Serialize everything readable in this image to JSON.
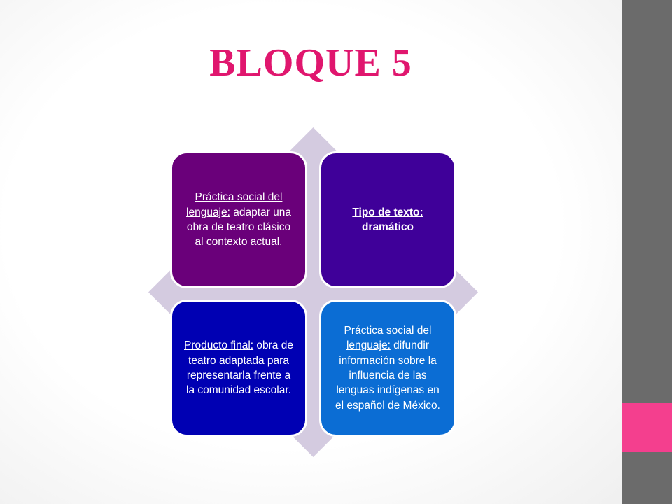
{
  "slide": {
    "title": "BLOQUE 5",
    "title_color": "#e0166e"
  },
  "colors": {
    "sidebar": "#6b6b6b",
    "sidebar_accent": "#f43f8e",
    "diamond": "#d4cbe0"
  },
  "boxes": {
    "top_left": {
      "label": "Práctica social del lenguaje:",
      "text": " adaptar una obra de teatro clásico al contexto actual.",
      "color": "#6a007a"
    },
    "top_right": {
      "label": "Tipo de texto:",
      "text": " dramático",
      "color": "#3f0099"
    },
    "bottom_left": {
      "label": "Producto final:",
      "text": " obra de teatro adaptada para representarla frente a la comunidad escolar.",
      "color": "#0000b3"
    },
    "bottom_right": {
      "label": "Práctica social del lenguaje:",
      "text": " difundir información sobre la influencia de las lenguas indígenas en el español de México.",
      "color": "#0b6dd4"
    }
  }
}
